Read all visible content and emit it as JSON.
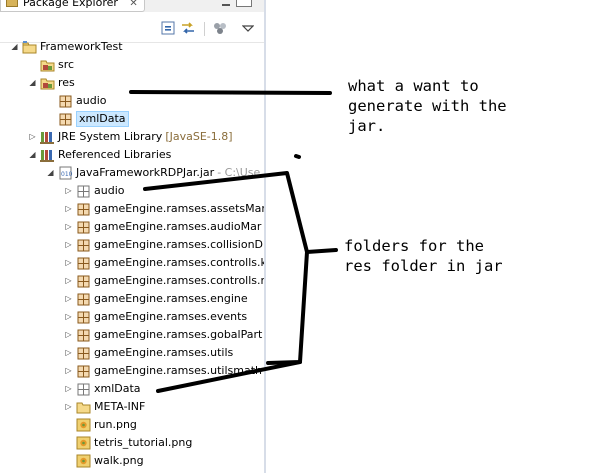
{
  "panel": {
    "tab_title": "Package Explorer",
    "tab_close": "✕"
  },
  "tree": [
    {
      "label": "FrameworkTest",
      "expander": "◢",
      "icon": "project-icon"
    },
    {
      "label": "src",
      "expander": "",
      "icon": "source-folder-icon"
    },
    {
      "label": "res",
      "expander": "◢",
      "icon": "source-folder-icon"
    },
    {
      "label": "audio",
      "expander": "",
      "icon": "package-icon"
    },
    {
      "label": "xmlData",
      "expander": "",
      "icon": "package-icon",
      "selected": true
    },
    {
      "label": "JRE System Library",
      "decoration": "[JavaSE-1.8]",
      "expander": "▷",
      "icon": "library-icon"
    },
    {
      "label": "Referenced Libraries",
      "expander": "◢",
      "icon": "library-icon"
    },
    {
      "label": "JavaFrameworkRDPJar.jar",
      "decoration": "- C:\\Use",
      "expander": "◢",
      "icon": "jar-icon"
    },
    {
      "label": "audio",
      "expander": "▷",
      "icon": "empty-package-icon"
    },
    {
      "label": "gameEngine.ramses.assetsMar",
      "expander": "▷",
      "icon": "package-icon"
    },
    {
      "label": "gameEngine.ramses.audioMar",
      "expander": "▷",
      "icon": "package-icon"
    },
    {
      "label": "gameEngine.ramses.collisionD",
      "expander": "▷",
      "icon": "package-icon"
    },
    {
      "label": "gameEngine.ramses.controlls.k",
      "expander": "▷",
      "icon": "package-icon"
    },
    {
      "label": "gameEngine.ramses.controlls.r",
      "expander": "▷",
      "icon": "package-icon"
    },
    {
      "label": "gameEngine.ramses.engine",
      "expander": "▷",
      "icon": "package-icon"
    },
    {
      "label": "gameEngine.ramses.events",
      "expander": "▷",
      "icon": "package-icon"
    },
    {
      "label": "gameEngine.ramses.gobalPart",
      "expander": "▷",
      "icon": "package-icon"
    },
    {
      "label": "gameEngine.ramses.utils",
      "expander": "▷",
      "icon": "package-icon"
    },
    {
      "label": "gameEngine.ramses.utilsmath",
      "expander": "▷",
      "icon": "package-icon"
    },
    {
      "label": "xmlData",
      "expander": "▷",
      "icon": "empty-package-icon"
    },
    {
      "label": "META-INF",
      "expander": "▷",
      "icon": "folder-icon"
    },
    {
      "label": "run.png",
      "expander": "",
      "icon": "image-file-icon"
    },
    {
      "label": "tetris_tutorial.png",
      "expander": "",
      "icon": "image-file-icon"
    },
    {
      "label": "walk.png",
      "expander": "",
      "icon": "image-file-icon"
    }
  ],
  "annotations": {
    "note_top": "what a want to\ngenerate with the\njar.",
    "note_bottom": "folders for the\nres folder in jar"
  },
  "colors": {
    "selection": "#cce8ff",
    "decoration_brown": "#8a6d3b",
    "ink": "#000000"
  }
}
